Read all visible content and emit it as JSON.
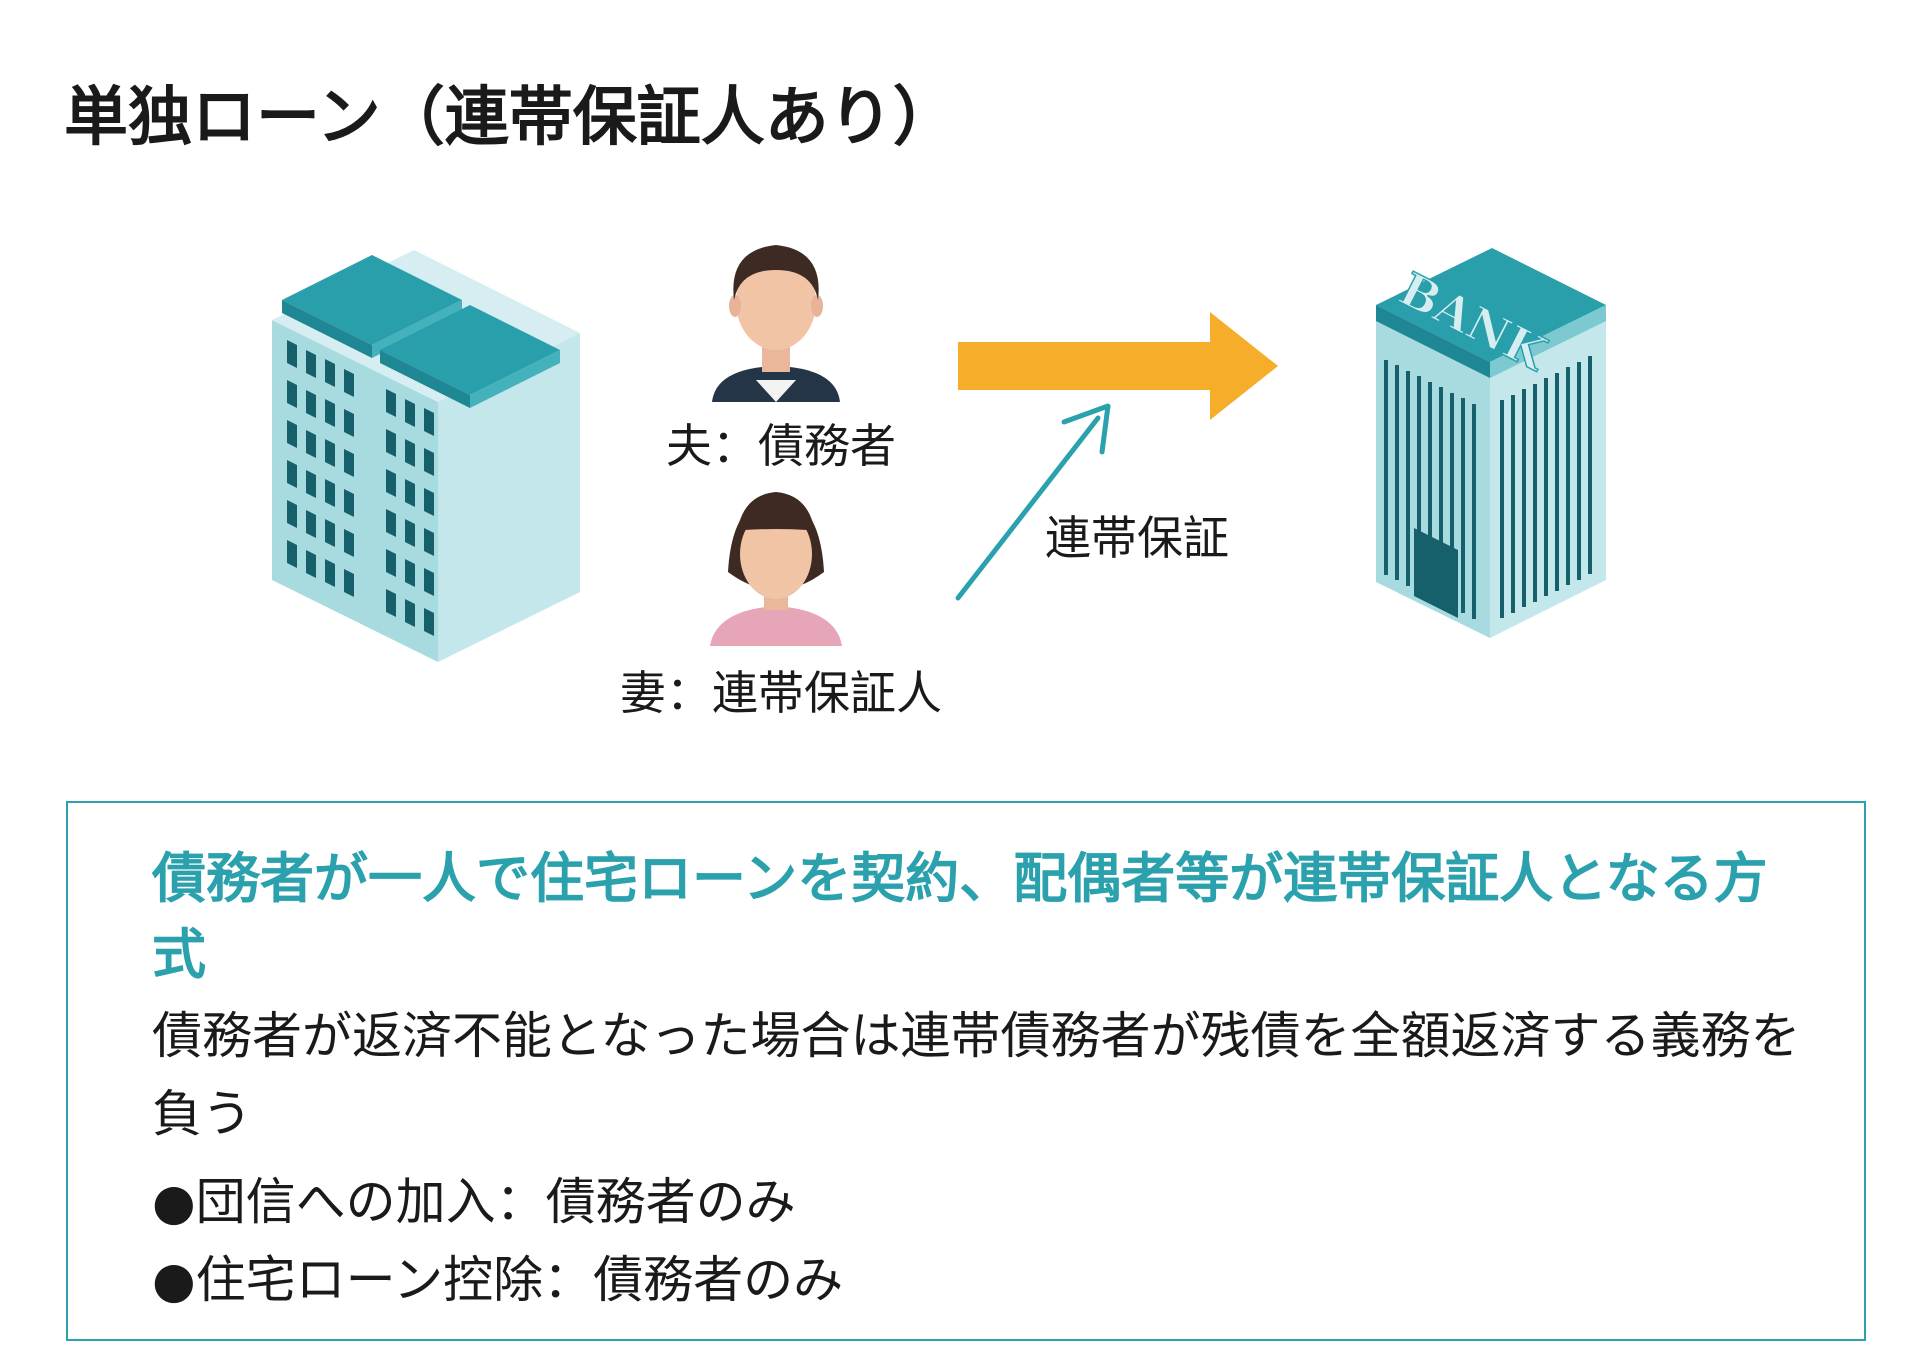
{
  "title": "単独ローン（連帯保証人あり）",
  "diagram": {
    "husband_label": "夫：債務者",
    "wife_label": "妻：連帯保証人",
    "guarantee_label": "連帯保証",
    "bank_sign": "BANK"
  },
  "info": {
    "heading": "債務者が一人で住宅ローンを契約、配偶者等が連帯保証人となる方式",
    "body": "債務者が返済不能となった場合は連帯債務者が残債を全額返済する義務を負う",
    "bullets": [
      "●団信への加入：債務者のみ",
      "●住宅ローン控除：債務者のみ"
    ]
  },
  "colors": {
    "accent_teal": "#2aa1ad",
    "arrow_orange": "#f5ad2a",
    "building_light": "#a8dbe0",
    "building_roof": "#23a0ad",
    "window_dark": "#15606b"
  }
}
